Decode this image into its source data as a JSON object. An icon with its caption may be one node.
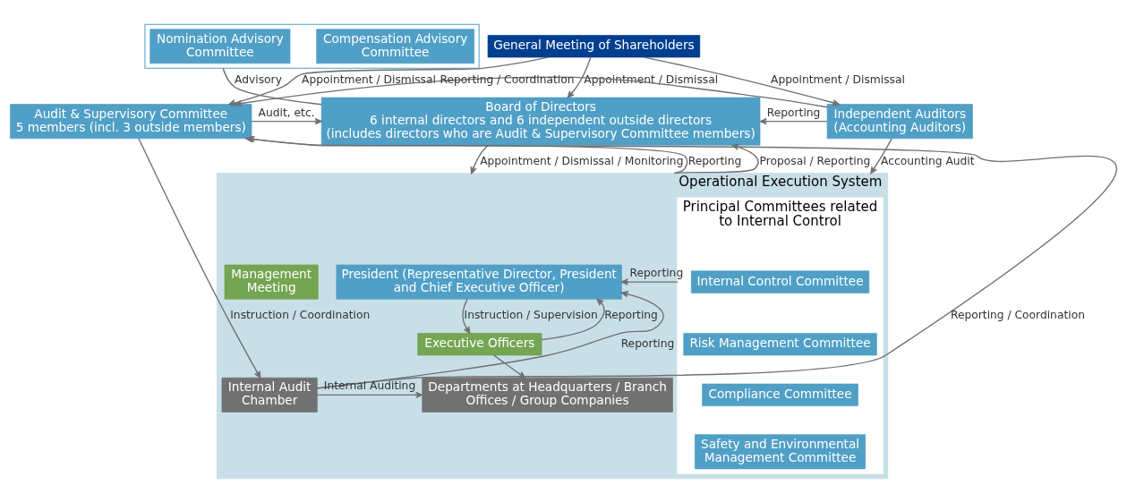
{
  "diagram": {
    "nodes": [
      {
        "text": [
          "General Meeting of Shareholders"
        ]
      },
      {
        "text": [
          "Audit & Supervisory Committee",
          "5 members (incl. 3 outside members)"
        ]
      },
      {
        "text": [
          "Board of Directors",
          "6 internal directors and 6 independent outside directors",
          "(includes directors who are Audit & Supervisory Committee members)"
        ]
      },
      {
        "text": [
          "Independent Auditors (Accounting Auditors)"
        ]
      },
      {
        "text": [],
        "shape": "box"
      },
      {
        "text": [
          "Nomination Advisory Committee"
        ],
        "in": 4
      },
      {
        "text": [
          "Compensation Advisory Committee"
        ],
        "in": 4
      },
      {
        "text": [
          "Operational Execution System"
        ]
      },
      {
        "text": [
          "President (Representative Director, President and Chief Executive Officer)"
        ],
        "in": 7
      },
      {
        "text": [
          "Management Meeting"
        ],
        "in": 7
      },
      {
        "text": [
          "Executive Officers"
        ],
        "in": 7
      },
      {
        "text": [
          "Internal Audit Chamber"
        ],
        "in": 7
      },
      {
        "text": [
          "Departments at Headquarters / Branch Offices / Group Companies"
        ],
        "in": 7
      },
      {
        "text": [
          "Principal Committees related to Internal Control"
        ],
        "in": 7
      },
      {
        "text": [
          "Internal Control Committee"
        ],
        "in": 13
      },
      {
        "text": [
          "Risk Management Committee"
        ],
        "in": 13
      },
      {
        "text": [
          "Compliance Committee"
        ],
        "in": 13
      },
      {
        "text": [
          "Safety and Environmental Management Committee"
        ],
        "in": 13
      }
    ],
    "edges": [
      {
        "from": 0,
        "to": 1,
        "arrow": "to",
        "label": "Appointment / Dismissal"
      },
      {
        "from": 0,
        "to": 2,
        "arrow": "to",
        "label": "Appointment / Dismissal"
      },
      {
        "from": 0,
        "to": 3,
        "arrow": "to",
        "label": "Appointment / Dismissal"
      },
      {
        "from": 1,
        "to": 2,
        "arrow": "to",
        "label": "Audit, etc."
      },
      {
        "from": 3,
        "to": 2,
        "arrow": "to",
        "label": "Reporting"
      },
      {
        "from": 3,
        "to": 1,
        "arrow": "to",
        "label": "Reporting / Coordination"
      },
      {
        "from": 4,
        "to": 2,
        "arrow": "none",
        "label": "Advisory"
      },
      {
        "from": 2,
        "to": 7,
        "arrow": "to",
        "label": "Appointment / Dismissal / Monitoring"
      },
      {
        "from": 7,
        "to": 2,
        "arrow": "to",
        "label": "Proposal / Reporting"
      },
      {
        "from": 3,
        "to": 7,
        "arrow": "to",
        "label": "Accounting Audit"
      },
      {
        "from": 13,
        "to": 8,
        "arrow": "to",
        "label": "Reporting"
      },
      {
        "from": 8,
        "to": 10,
        "arrow": "to",
        "label": "Instruction / Supervision"
      },
      {
        "from": 10,
        "to": 8,
        "arrow": "to",
        "label": "Reporting"
      },
      {
        "from": 10,
        "to": 12,
        "arrow": "to"
      },
      {
        "from": 7,
        "to": 1,
        "arrow": "to",
        "label": "Reporting"
      },
      {
        "from": 11,
        "to": 1,
        "arrow": "to",
        "label": "Reporting / Coordination"
      },
      {
        "from": 1,
        "to": 11,
        "arrow": "to",
        "label": "Instruction / Coordination"
      },
      {
        "from": 11,
        "to": 8,
        "arrow": "to",
        "label": "Reporting"
      },
      {
        "from": 11,
        "to": 12,
        "arrow": "to",
        "label": "Internal Auditing"
      }
    ]
  }
}
